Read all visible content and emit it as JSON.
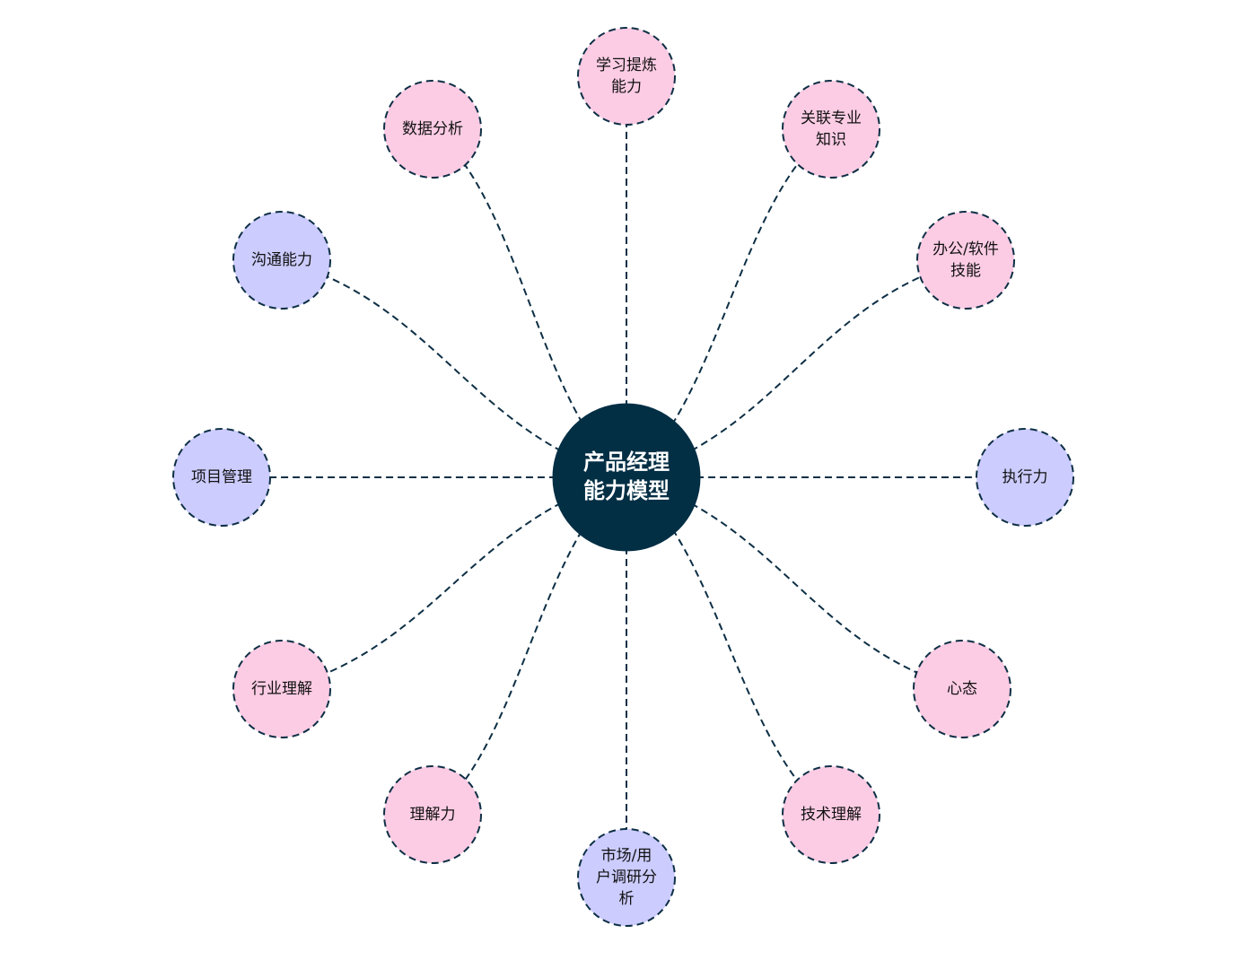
{
  "colors": {
    "pink": "#fccce4",
    "purple": "#ccccff",
    "center": "#032f45",
    "stroke": "#0d2f45"
  },
  "center": {
    "lines": [
      "产品经理",
      "能力模型"
    ]
  },
  "nodes": [
    {
      "lines": [
        "学习提炼",
        "能力"
      ],
      "color": "pink"
    },
    {
      "lines": [
        "关联专业",
        "知识"
      ],
      "color": "pink"
    },
    {
      "lines": [
        "办公/软件",
        "技能"
      ],
      "color": "pink"
    },
    {
      "lines": [
        "执行力"
      ],
      "color": "purple"
    },
    {
      "lines": [
        "心态"
      ],
      "color": "pink"
    },
    {
      "lines": [
        "技术理解"
      ],
      "color": "pink"
    },
    {
      "lines": [
        "市场/用",
        "户调研分",
        "析"
      ],
      "color": "purple"
    },
    {
      "lines": [
        "理解力"
      ],
      "color": "pink"
    },
    {
      "lines": [
        "行业理解"
      ],
      "color": "pink"
    },
    {
      "lines": [
        "项目管理"
      ],
      "color": "purple"
    },
    {
      "lines": [
        "沟通能力"
      ],
      "color": "purple"
    },
    {
      "lines": [
        "数据分析"
      ],
      "color": "pink"
    }
  ]
}
